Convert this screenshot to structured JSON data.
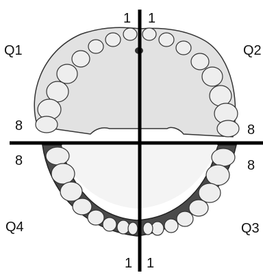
{
  "diagram": {
    "quadrants": {
      "q1": "Q1",
      "q2": "Q2",
      "q3": "Q3",
      "q4": "Q4"
    },
    "tooth_numbers": {
      "upper_left_central": "1",
      "upper_right_central": "1",
      "upper_left_molar": "8",
      "upper_right_molar": "8",
      "lower_left_molar": "8",
      "lower_right_molar": "8",
      "lower_left_central": "1",
      "lower_right_central": "1"
    },
    "colors": {
      "divider": "#000000",
      "tooth_fill": "#eeeeee",
      "tooth_outline": "#333333",
      "palate_fill": "#e2e2e2",
      "lower_jaw_fill": "#4a4a4a"
    }
  }
}
